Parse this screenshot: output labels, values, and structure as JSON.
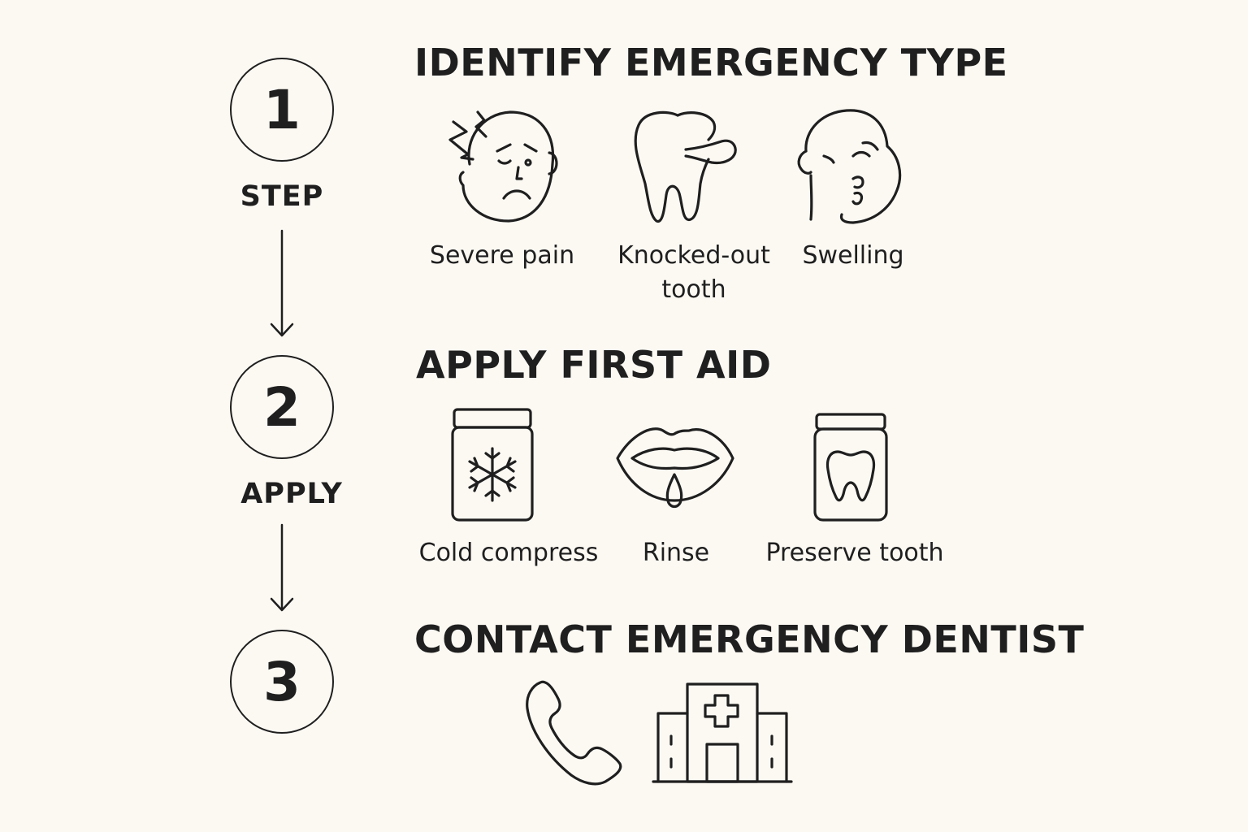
{
  "steps": [
    {
      "number": "1",
      "label": "STEP",
      "heading": "IDENTIFY EMERGENCY TYPE",
      "items": [
        {
          "label": "Severe pain",
          "icon": "pain-face-icon"
        },
        {
          "label": "Knocked-out tooth",
          "icon": "knocked-tooth-icon"
        },
        {
          "label": "Swelling",
          "icon": "swollen-face-icon"
        }
      ]
    },
    {
      "number": "2",
      "label": "APPLY",
      "heading": "APPLY FIRST AID",
      "items": [
        {
          "label": "Cold compress",
          "icon": "cold-compress-jar-icon"
        },
        {
          "label": "Rinse",
          "icon": "rinse-mouth-icon"
        },
        {
          "label": "Preserve tooth",
          "icon": "tooth-jar-icon"
        }
      ]
    },
    {
      "number": "3",
      "heading": "CONTACT EMERGENCY DENTIST",
      "items": [
        {
          "icon": "phone-icon"
        },
        {
          "icon": "hospital-icon"
        }
      ]
    }
  ],
  "colors": {
    "background": "#fcf9f3",
    "ink": "#1f1f1f"
  }
}
